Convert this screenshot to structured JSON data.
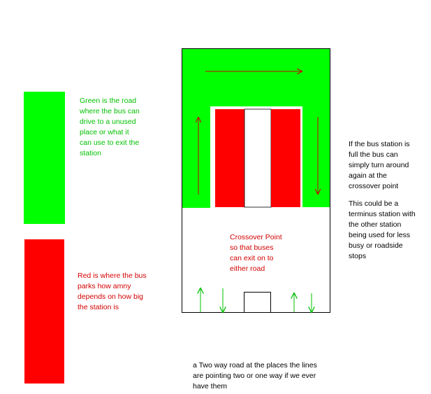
{
  "legend": {
    "green_text": "Green is the road\nwhere the bus can\ndrive to a unused\nplace or what it\ncan use to exit the\nstation",
    "red_text": "Red is where the bus\nparks how amny\ndepends on how big\nthe station is"
  },
  "notes": {
    "crossover_text": "Crossover Point\nso that buses\ncan exit on to\neither road",
    "full_text": "If the bus station is\nfull the bus can\nsimply turn around\nagain at the\ncrossover point",
    "terminus_text": "This could be a\nterminus station with\nthe other station\nbeing used for less\nbusy or roadside\nstops",
    "two_way_text": "a Two way road at the places the lines\nare pointing two or one way if we ever\nhave them"
  },
  "colors": {
    "road_green": "#00ff00",
    "parking_red": "#ff0000",
    "arrow_red": "#cc0000",
    "arrow_green": "#00c000",
    "outline": "#000000"
  }
}
